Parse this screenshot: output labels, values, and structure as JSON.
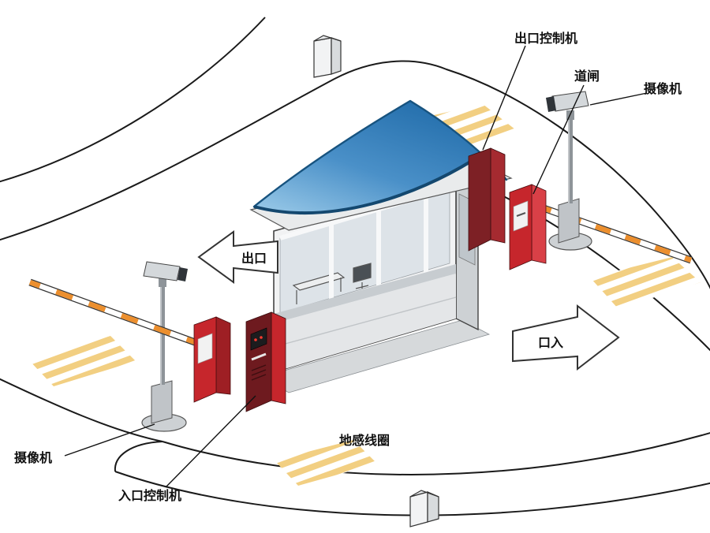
{
  "title": "parking-entrance-exit-system-diagram",
  "labels": {
    "exit_controller": "出口控制机",
    "barrier_gate": "道闸",
    "camera_top_right": "摄像机",
    "exit_sign": "出口",
    "entrance_sign": "口入",
    "ground_loop": "地感线圈",
    "camera_bottom_left": "摄像机",
    "entry_controller": "入口控制机"
  },
  "colors": {
    "canopy_blue": "#2f7fbe",
    "machine_red": "#c6262c",
    "machine_red_side": "#d94047",
    "machine_maroon": "#7d2025",
    "machine_maroon_side": "#a52a30",
    "kiosk_dark": "#6e1a1f",
    "kiosk_side": "#c6262c",
    "stripe_orange": "#ec8f2e",
    "hatch_yellow": "#f2cf82",
    "pole_grey": "#8e9499",
    "metal_grey": "#c0c4c8",
    "line_black": "#1a1a1a"
  }
}
